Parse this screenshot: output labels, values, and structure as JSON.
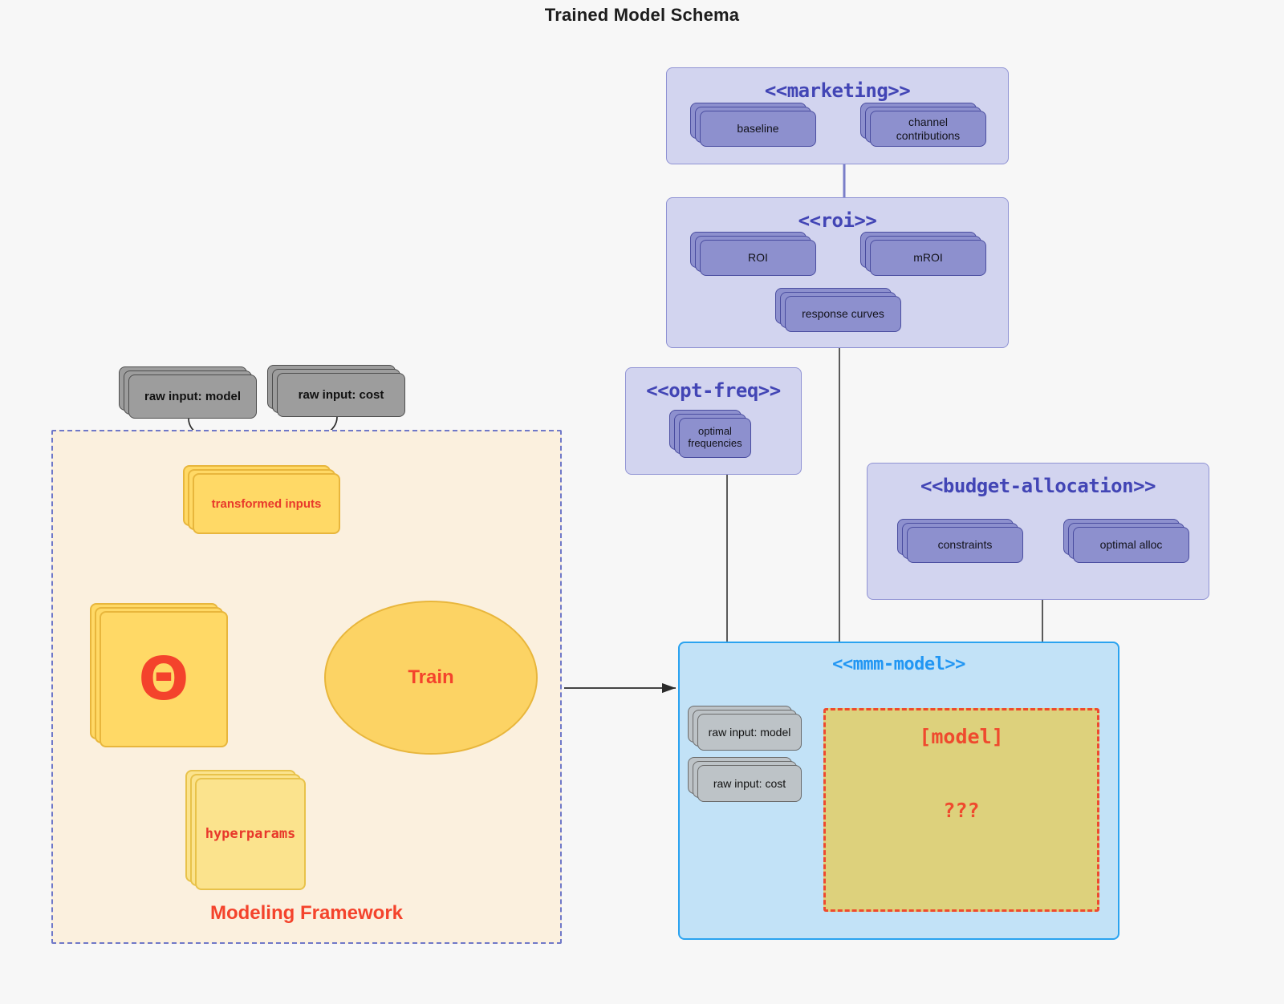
{
  "title": "Trained Model Schema",
  "framework": {
    "label": "Modeling Framework",
    "raw_inputs": [
      {
        "label": "raw input: model"
      },
      {
        "label": "raw input: cost"
      }
    ],
    "transformed_inputs": "transformed inputs",
    "theta": "Θ",
    "hyperparams": "hyperparams",
    "train": "Train"
  },
  "groups": {
    "marketing": {
      "title": "<<marketing>>",
      "nodes": [
        {
          "label": "baseline"
        },
        {
          "label": "channel contributions"
        }
      ]
    },
    "roi": {
      "title": "<<roi>>",
      "nodes": [
        {
          "label": "ROI"
        },
        {
          "label": "mROI"
        },
        {
          "label": "response curves"
        }
      ]
    },
    "opt_freq": {
      "title": "<<opt-freq>>",
      "nodes": [
        {
          "label": "optimal frequencies"
        }
      ]
    },
    "budget_allocation": {
      "title": "<<budget-allocation>>",
      "nodes": [
        {
          "label": "constraints"
        },
        {
          "label": "optimal alloc"
        }
      ]
    },
    "mmm_model": {
      "title": "<<mmm-model>>",
      "raw_inputs": [
        {
          "label": "raw input: model"
        },
        {
          "label": "raw input: cost"
        }
      ],
      "model_placeholder": {
        "label": "[model]",
        "unknown": "???"
      }
    }
  },
  "colors": {
    "background": "#f7f7f7",
    "group_purple_fill": "#d2d4ef",
    "group_purple_border": "#9093d4",
    "group_purple_title": "#4245b5",
    "node_purple_fill": "#8d90ce",
    "node_purple_border": "#4a4da0",
    "group_blue_fill": "#c2e2f7",
    "group_blue_border": "#2aa3f0",
    "group_blue_title": "#2196f3",
    "framework_fill": "#fbf0de",
    "framework_border": "#6f78c8",
    "yellow_fill": "#ffd966",
    "yellow_border": "#e8b63c",
    "accent_red": "#f4432c",
    "model_fill": "#ddd17c",
    "model_border": "#ef4a2e",
    "grey_fill": "#9d9d9d",
    "grey_fill_light": "#bdc3c7"
  }
}
